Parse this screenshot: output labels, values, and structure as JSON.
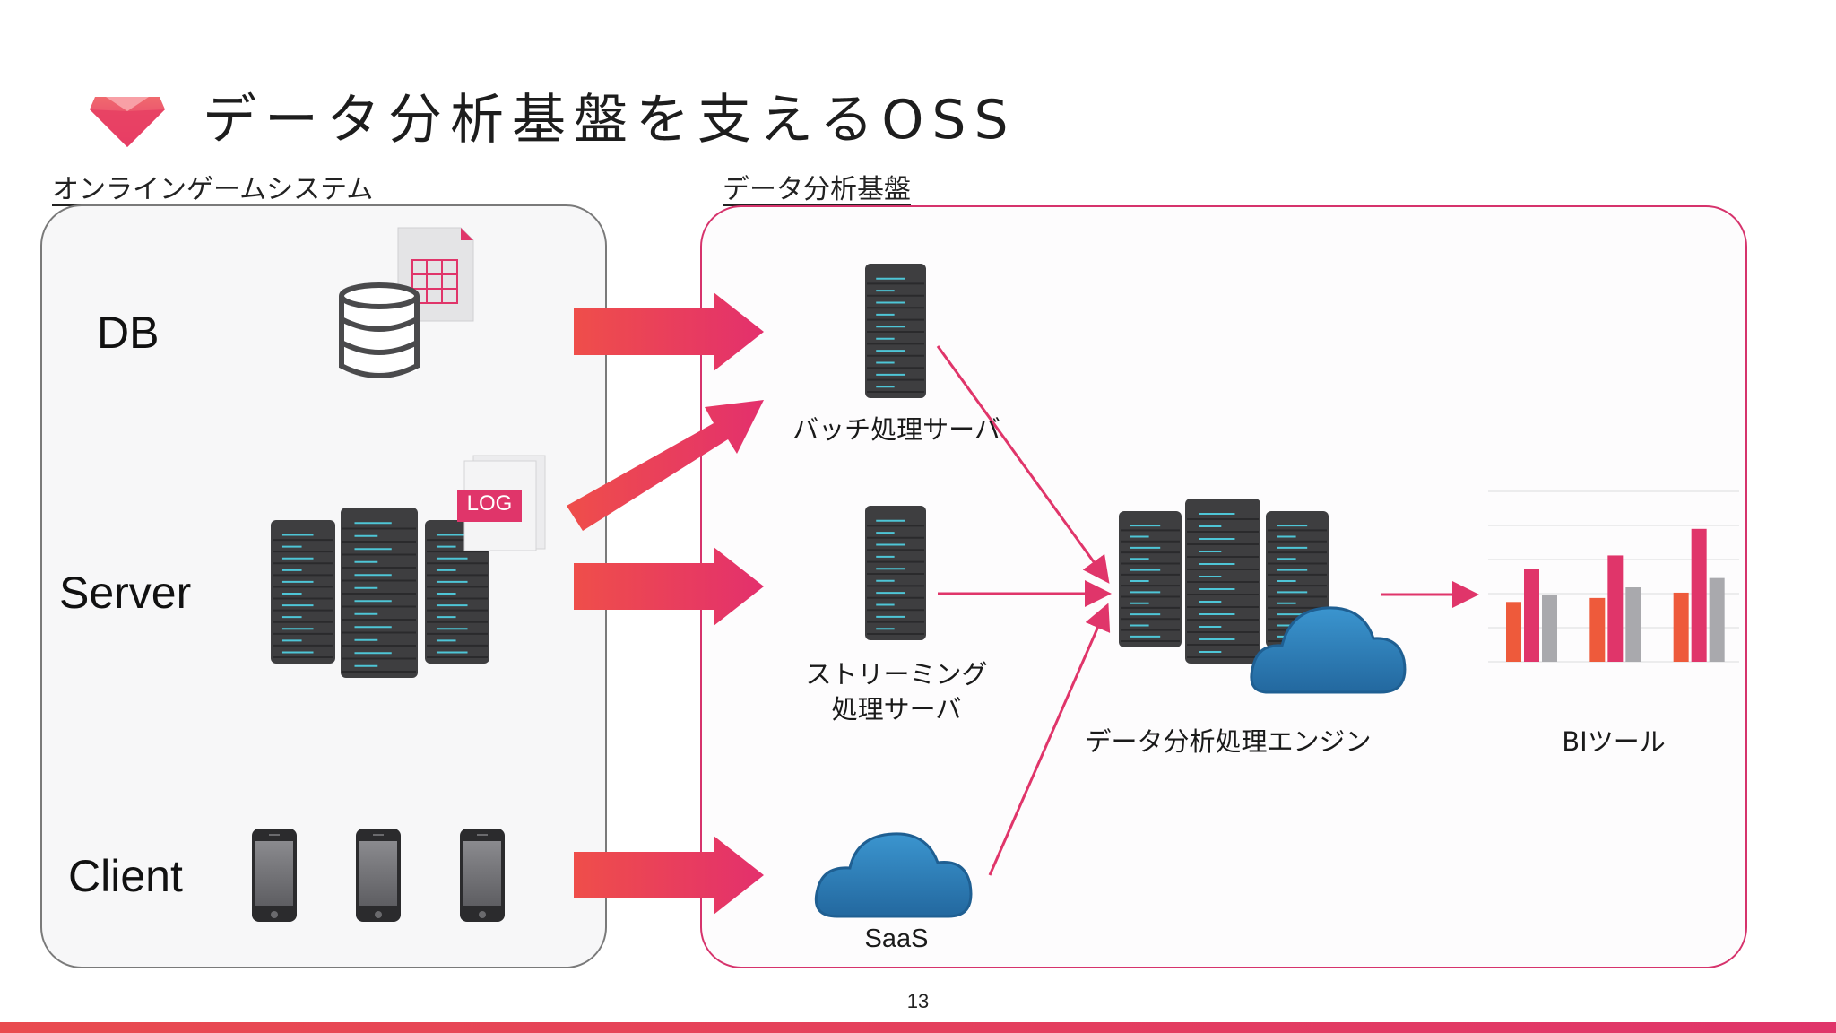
{
  "slide": {
    "title": "データ分析基盤を支えるOSS",
    "page_number": "13"
  },
  "left_panel": {
    "heading": "オンラインゲームシステム",
    "sources": [
      {
        "label": "DB"
      },
      {
        "label": "Server",
        "badge": "LOG"
      },
      {
        "label": "Client"
      }
    ]
  },
  "right_panel": {
    "heading": "データ分析基盤",
    "nodes": {
      "batch": "バッチ処理サーバ",
      "streaming_line1": "ストリーミング",
      "streaming_line2": "処理サーバ",
      "saas": "SaaS",
      "engine": "データ分析処理エンジン",
      "bi": "BIツール"
    }
  },
  "colors": {
    "accent": "#e0356a",
    "arrow_start": "#ef4e4a",
    "arrow_end": "#e3306d",
    "server_dark": "#3e3e40",
    "server_line": "#4ec5d6",
    "cloud": "#2f87c4",
    "bar_orange": "#ee5a3b",
    "bar_pink": "#e0356a",
    "bar_gray": "#a9a9ad"
  },
  "bi_chart": {
    "type": "bar",
    "groups": [
      [
        0.45,
        0.7,
        0.5
      ],
      [
        0.48,
        0.8,
        0.56
      ],
      [
        0.52,
        1.0,
        0.63
      ]
    ]
  }
}
